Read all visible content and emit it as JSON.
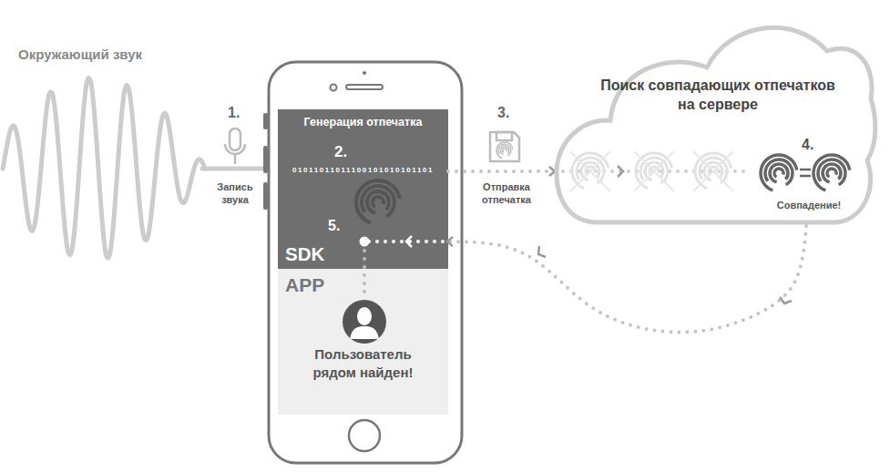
{
  "diagram": {
    "nodes": [
      {
        "text": [
          "Генерация отпечатка",
          "2.",
          "01011011011100101010101101",
          "5.",
          "SDK"
        ]
      },
      {
        "text": [
          "APP",
          "Пользователь рядом найден!"
        ]
      },
      {
        "text": [
          "Поиск совпадающих отпечатков на сервере",
          "4.",
          "Совпадение!"
        ]
      }
    ],
    "edges": [
      {
        "from": 0,
        "to": 2,
        "arrow": "to"
      },
      {
        "from": 2,
        "to": 0,
        "arrow": "to"
      }
    ],
    "labels": [
      "Окружающий звук",
      "1.",
      "Запись звука",
      "3.",
      "Отправка отпечатка"
    ]
  }
}
